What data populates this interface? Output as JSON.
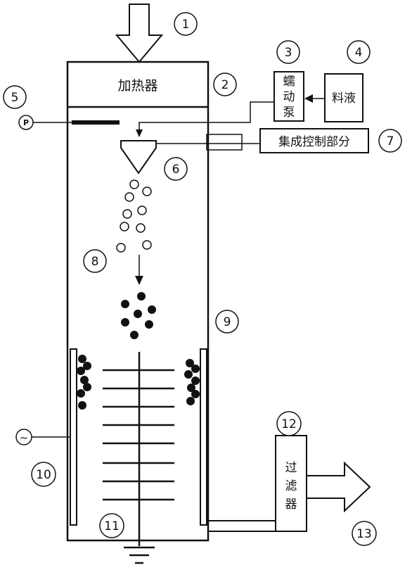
{
  "labels": {
    "heater": "加热器",
    "pump_line1": "蠕",
    "pump_line2": "动",
    "pump_line3": "泵",
    "feed": "料液",
    "control": "集成控制部分",
    "filter_line1": "过",
    "filter_line2": "滤",
    "filter_line3": "器",
    "pressure_symbol": "P",
    "ac_symbol": "~"
  },
  "callouts": [
    "1",
    "2",
    "3",
    "4",
    "5",
    "6",
    "7",
    "8",
    "9",
    "10",
    "11",
    "12",
    "13"
  ],
  "colors": {
    "ink": "#111111",
    "background": "#ffffff"
  }
}
